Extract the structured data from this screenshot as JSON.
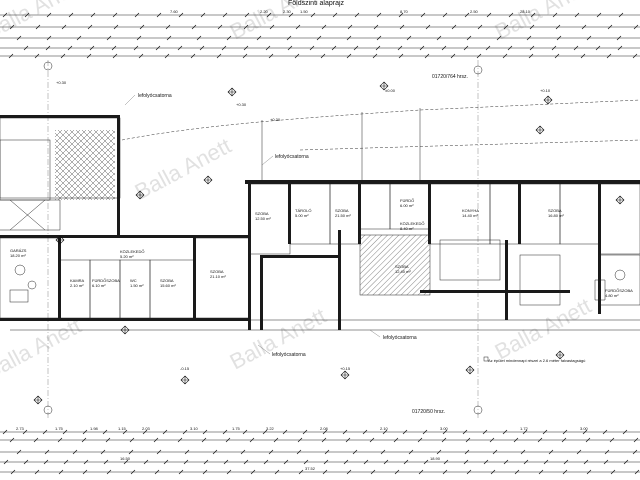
{
  "title": "Földszinti alaprajz",
  "watermark": "Balla Anett",
  "dims_top": [
    "7.60",
    "2.20",
    "2.30",
    "1.50",
    "8.70",
    "2.50",
    "28.10"
  ],
  "dims_bottom": [
    "2.73",
    "1.75",
    "1.98",
    "1.15",
    "2.03",
    "3.10",
    "1.75",
    "3.22",
    "2.08",
    "2.10",
    "3.00",
    "1.72",
    "3.00"
  ],
  "dims_bottom_totals": [
    "16.50",
    "18.90",
    "37.52"
  ],
  "lot_north": "01720/764 hrsz.",
  "lot_south": "01720/50 hrsz.",
  "gutter_labels": [
    "lefolyócsatorna",
    "lefolyócsatorna",
    "lefolyócsatorna",
    "lefolyócsatorna"
  ],
  "levels": [
    "+0.30",
    "+0.30",
    "+0.10",
    "±0.00",
    "-0.15",
    "+0.15",
    "+0.30"
  ],
  "rooms": [
    {
      "name": "SZOBA",
      "area": "12.50 m²"
    },
    {
      "name": "TÁROLÓ",
      "area": "5.00 m²"
    },
    {
      "name": "SZOBA",
      "area": "21.50 m²"
    },
    {
      "name": "FÜRDŐ",
      "area": "6.00 m²"
    },
    {
      "name": "KONYHA",
      "area": "14.40 m²"
    },
    {
      "name": "SZOBA",
      "area": "16.80 m²"
    },
    {
      "name": "KÖZLEKEDŐ",
      "area": "8.40 m²"
    },
    {
      "name": "SZOBA",
      "area": "12.40 m²"
    },
    {
      "name": "KAMRA",
      "area": "2.10 m²"
    },
    {
      "name": "KÖZLEKEDŐ",
      "area": "5.20 m²"
    },
    {
      "name": "FÜRDŐSZOBA",
      "area": "6.10 m²"
    },
    {
      "name": "WC",
      "area": "1.50 m²"
    },
    {
      "name": "SZOBA",
      "area": "21.10 m²"
    },
    {
      "name": "SZOBA",
      "area": "15.60 m²"
    },
    {
      "name": "FÜRDŐSZOBA",
      "area": "4.80 m²"
    },
    {
      "name": "GARÁZS",
      "area": "18.20 m²"
    }
  ],
  "note": "Az épület mindennapi részei a 2.6 méter falvastagságú"
}
